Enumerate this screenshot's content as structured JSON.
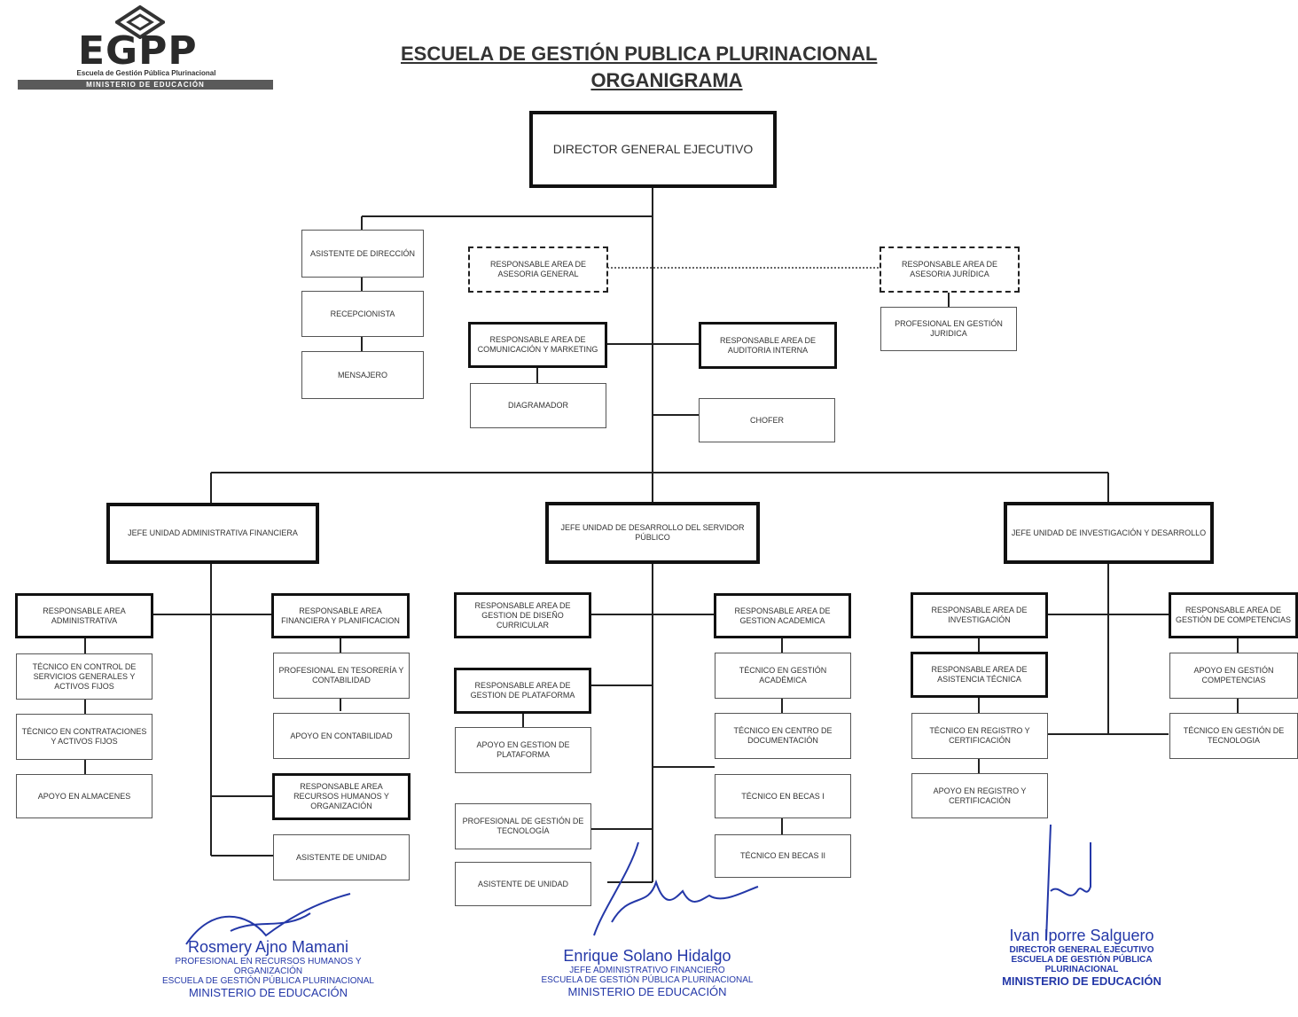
{
  "logo": {
    "text": "EGPP",
    "subtitle": "Escuela de Gestión Pública Plurinacional",
    "ministry": "MINISTERIO DE EDUCACIÓN"
  },
  "title": "ESCUELA DE GESTIÓN PUBLICA PLURINACIONAL",
  "subtitle": "ORGANIGRAMA",
  "boxes": {
    "director": "DIRECTOR GENERAL EJECUTIVO",
    "asistente_direccion": "ASISTENTE DE DIRECCIÓN",
    "recepcionista": "RECEPCIONISTA",
    "mensajero": "MENSAJERO",
    "asesoria_general": "RESPONSABLE AREA DE ASESORIA GENERAL",
    "asesoria_juridica": "RESPONSABLE AREA DE ASESORIA JURÍDICA",
    "profesional_juridica": "PROFESIONAL EN GESTIÓN JURIDICA",
    "comunicacion": "RESPONSABLE AREA DE COMUNICACIÓN Y MARKETING",
    "diagramador": "DIAGRAMADOR",
    "auditoria": "RESPONSABLE AREA DE AUDITORIA INTERNA",
    "chofer": "CHOFER",
    "jefe_admin": "JEFE UNIDAD ADMINISTRATIVA FINANCIERA",
    "jefe_desarrollo": "JEFE UNIDAD DE DESARROLLO DEL SERVIDOR PÚBLICO",
    "jefe_investigacion": "JEFE UNIDAD DE INVESTIGACIÓN Y DESARROLLO",
    "resp_administrativa": "RESPONSABLE AREA ADMINISTRATIVA",
    "tec_servicios": "TÉCNICO EN CONTROL DE SERVICIOS GENERALES Y ACTIVOS FIJOS",
    "tec_contrataciones": "TÉCNICO EN CONTRATACIONES Y ACTIVOS FIJOS",
    "apoyo_almacenes": "APOYO EN ALMACENES",
    "resp_financiera": "RESPONSABLE AREA FINANCIERA Y PLANIFICACION",
    "prof_tesoreria": "PROFESIONAL EN TESORERÍA Y CONTABILIDAD",
    "apoyo_contabilidad": "APOYO EN CONTABILIDAD",
    "resp_rrhh": "RESPONSABLE AREA RECURSOS HUMANOS Y ORGANIZACIÓN",
    "asistente_unidad_1": "ASISTENTE DE UNIDAD",
    "resp_diseno": "RESPONSABLE AREA DE GESTION DE DISEÑO CURRICULAR",
    "resp_plataforma": "RESPONSABLE AREA DE GESTION DE PLATAFORMA",
    "apoyo_plataforma": "APOYO EN GESTION DE PLATAFORMA",
    "prof_tecnologia": "PROFESIONAL DE GESTIÓN DE TECNOLOGÍA",
    "asistente_unidad_2": "ASISTENTE DE UNIDAD",
    "resp_academica": "RESPONSABLE AREA DE GESTION ACADEMICA",
    "tec_academica": "TÉCNICO EN GESTIÓN ACADÉMICA",
    "tec_documentacion": "TÉCNICO EN CENTRO DE DOCUMENTACIÓN",
    "tec_becas_1": "TÉCNICO EN BECAS I",
    "tec_becas_2": "TÉCNICO EN BECAS II",
    "resp_investigacion": "RESPONSABLE AREA DE INVESTIGACIÓN",
    "resp_asistencia": "RESPONSABLE AREA DE ASISTENCIA TÉCNICA",
    "tec_registro": "TÉCNICO EN REGISTRO Y CERTIFICACIÓN",
    "apoyo_registro": "APOYO EN REGISTRO Y CERTIFICACIÓN",
    "resp_competencias": "RESPONSABLE AREA DE GESTIÓN DE COMPETENCIAS",
    "apoyo_competencias": "APOYO EN GESTIÓN COMPETENCIAS",
    "tec_tecnologia": "TÉCNICO EN GESTIÓN DE TECNOLOGIA"
  },
  "signatures": [
    {
      "name": "Rosmery Ajno Mamani",
      "role": "PROFESIONAL EN RECURSOS HUMANOS Y ORGANIZACIÓN",
      "org": "ESCUELA DE GESTIÓN PÚBLICA PLURINACIONAL",
      "ministry": "MINISTERIO DE EDUCACIÓN"
    },
    {
      "name": "Enrique Solano Hidalgo",
      "role": "JEFE ADMINISTRATIVO FINANCIERO",
      "org": "ESCUELA DE GESTIÓN PÚBLICA PLURINACIONAL",
      "ministry": "MINISTERIO DE EDUCACIÓN"
    },
    {
      "name": "Ivan Iporre Salguero",
      "role": "DIRECTOR GENERAL EJECUTIVO",
      "org": "ESCUELA DE GESTIÓN PÚBLICA PLURINACIONAL",
      "ministry": "MINISTERIO DE EDUCACIÓN"
    }
  ]
}
